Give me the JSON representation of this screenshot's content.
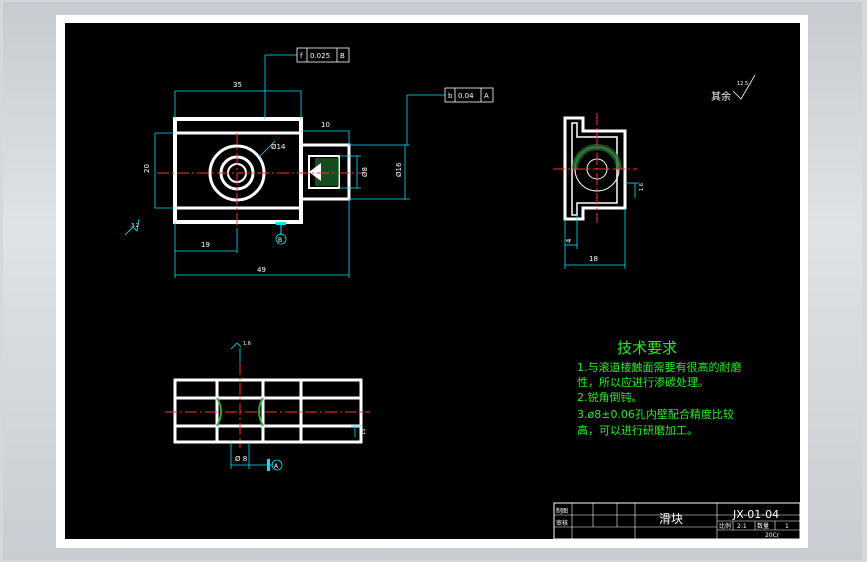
{
  "drawing": {
    "dimensions": {
      "d35": "35",
      "d10": "10",
      "d20": "20",
      "d19": "19",
      "d49": "49",
      "phi14": "Ø14",
      "phi16": "Ø16",
      "d8": "Ø8",
      "d15": "15",
      "d18": "18",
      "d4": "4",
      "phi8b": "Ø 8"
    },
    "tolerance_frames": [
      {
        "symbol": "f",
        "value": "0.025",
        "datum": "B"
      },
      {
        "symbol": "b",
        "value": "0.04",
        "datum": "A"
      }
    ],
    "datums": {
      "b": "B",
      "a": "A"
    },
    "roughness": {
      "rest_label": "其余",
      "value": "12.5",
      "small1": "1.6",
      "small2": "3.2",
      "small3": "1.6"
    },
    "tech_requirements": {
      "title": "技术要求",
      "lines": [
        "1.与滚道接触面需要有很高的耐磨",
        "  性，所以应进行渗碳处理。",
        "2.锐角倒钝。",
        "3.ø8±0.06孔内壁配合精度比较",
        "  高，可以进行研磨加工。"
      ]
    },
    "title_block": {
      "drawing_number": "JX-01-04",
      "part_name": "滑块",
      "cells": {
        "draw": "制图",
        "check": "审核",
        "ratio_label": "比例",
        "ratio": "2:1",
        "qty_label": "数量",
        "qty": "1",
        "material": "20Cr"
      }
    }
  }
}
